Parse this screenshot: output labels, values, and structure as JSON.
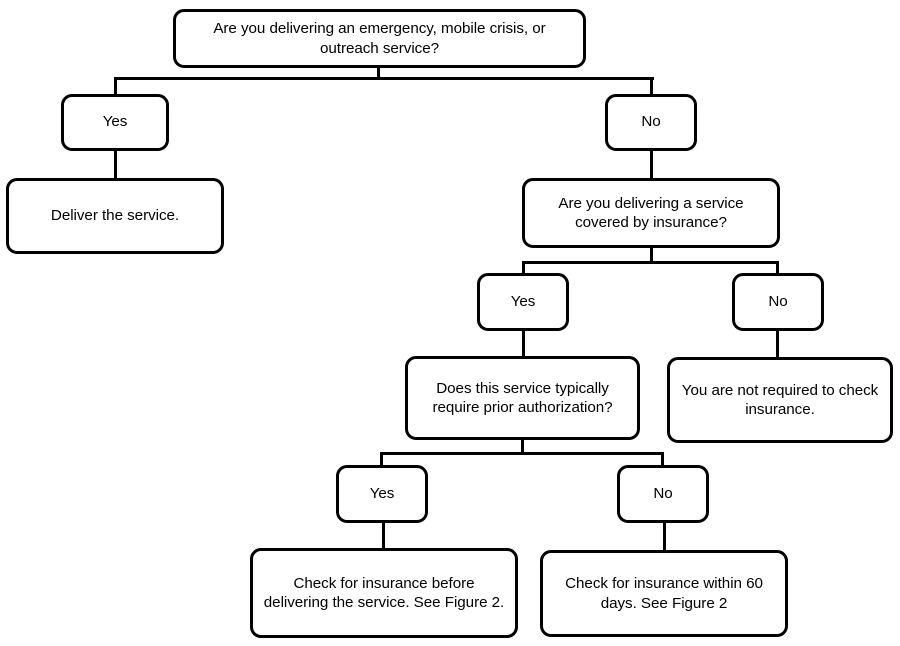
{
  "figure": {
    "type": "decision-flowchart",
    "orientation": "top-down",
    "background_color": "#ffffff",
    "line_color": "#000000",
    "text_color": "#000000"
  },
  "nodes": {
    "root_question": "Are you delivering an emergency, mobile crisis, or outreach service?",
    "root_yes": "Yes",
    "root_no": "No",
    "deliver_service": "Deliver the service.",
    "insurance_question": "Are you delivering a service covered by insurance?",
    "insurance_yes": "Yes",
    "insurance_no": "No",
    "prior_auth_question": "Does this service typically require prior authorization?",
    "not_required": "You are not required to check insurance.",
    "auth_yes": "Yes",
    "auth_no": "No",
    "check_before": "Check for insurance before delivering the service. See Figure 2.",
    "check_within": "Check for insurance within 60 days. See Figure 2"
  }
}
